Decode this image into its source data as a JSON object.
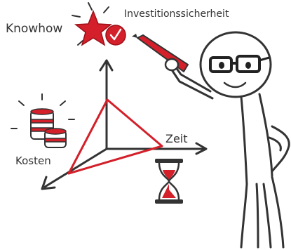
{
  "labels": {
    "knowhow": "Knowhow",
    "investment_security": "Investitionssicherheit",
    "time": "Zeit",
    "costs": "Kosten"
  },
  "colors": {
    "accent_red": "#d3202a",
    "ink": "#333333",
    "background": "#ffffff"
  },
  "icons": [
    "star-icon",
    "checkmark-seal-icon",
    "coin-stack-icon",
    "hourglass-icon",
    "marker-pen-icon",
    "stick-figure-with-glasses"
  ]
}
